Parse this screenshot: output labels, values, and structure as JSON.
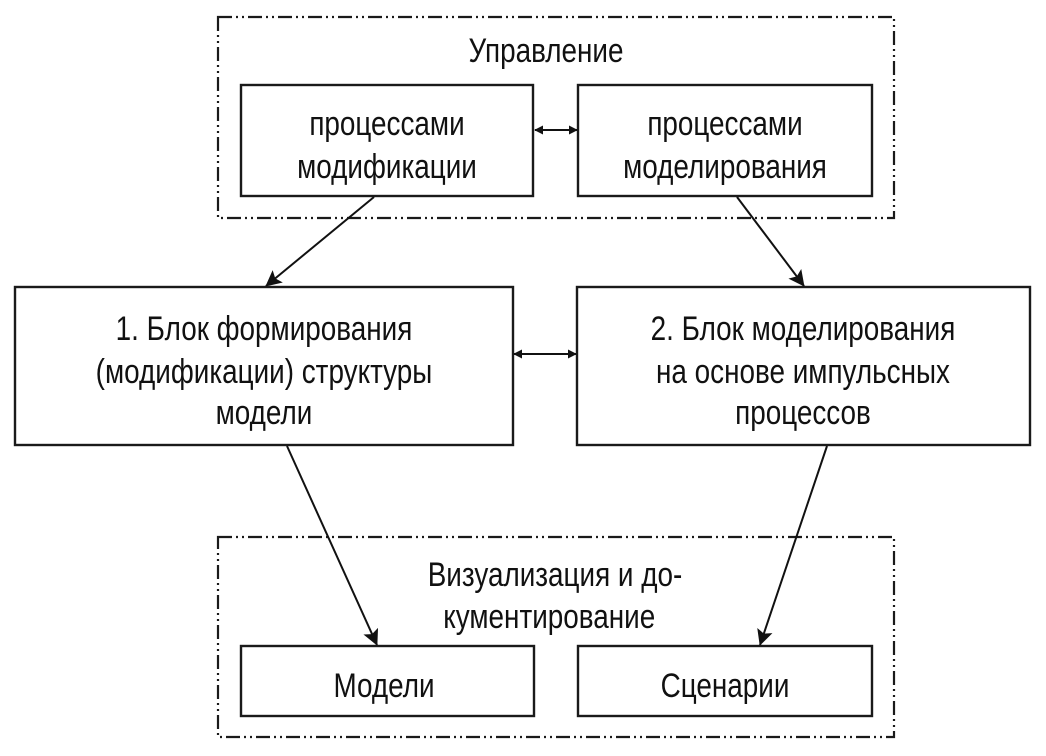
{
  "diagram": {
    "groups": {
      "management": {
        "title": "Управление",
        "boxes": {
          "modification": {
            "lines": [
              "процессами",
              "модификации"
            ]
          },
          "modeling": {
            "lines": [
              "процессами",
              "моделирования"
            ]
          }
        }
      },
      "visualization": {
        "title_lines": [
          "Визуализация и до-",
          "кументирование"
        ],
        "boxes": {
          "models": {
            "lines": [
              "Модели"
            ]
          },
          "scenarios": {
            "lines": [
              "Сценарии"
            ]
          }
        }
      }
    },
    "blocks": {
      "block1": {
        "lines": [
          "1. Блок формирования",
          "(модификации) структуры",
          "модели"
        ]
      },
      "block2": {
        "lines": [
          "2. Блок моделирования",
          "на основе импульсных",
          "процессов"
        ]
      }
    },
    "edges": [
      {
        "from": "management.modification",
        "to": "management.modeling",
        "type": "bidirectional"
      },
      {
        "from": "management.modification",
        "to": "block1",
        "type": "directed"
      },
      {
        "from": "management.modeling",
        "to": "block2",
        "type": "directed"
      },
      {
        "from": "block1",
        "to": "block2",
        "type": "bidirectional"
      },
      {
        "from": "block1",
        "to": "visualization.models",
        "type": "directed"
      },
      {
        "from": "block2",
        "to": "visualization.scenarios",
        "type": "directed"
      }
    ]
  }
}
